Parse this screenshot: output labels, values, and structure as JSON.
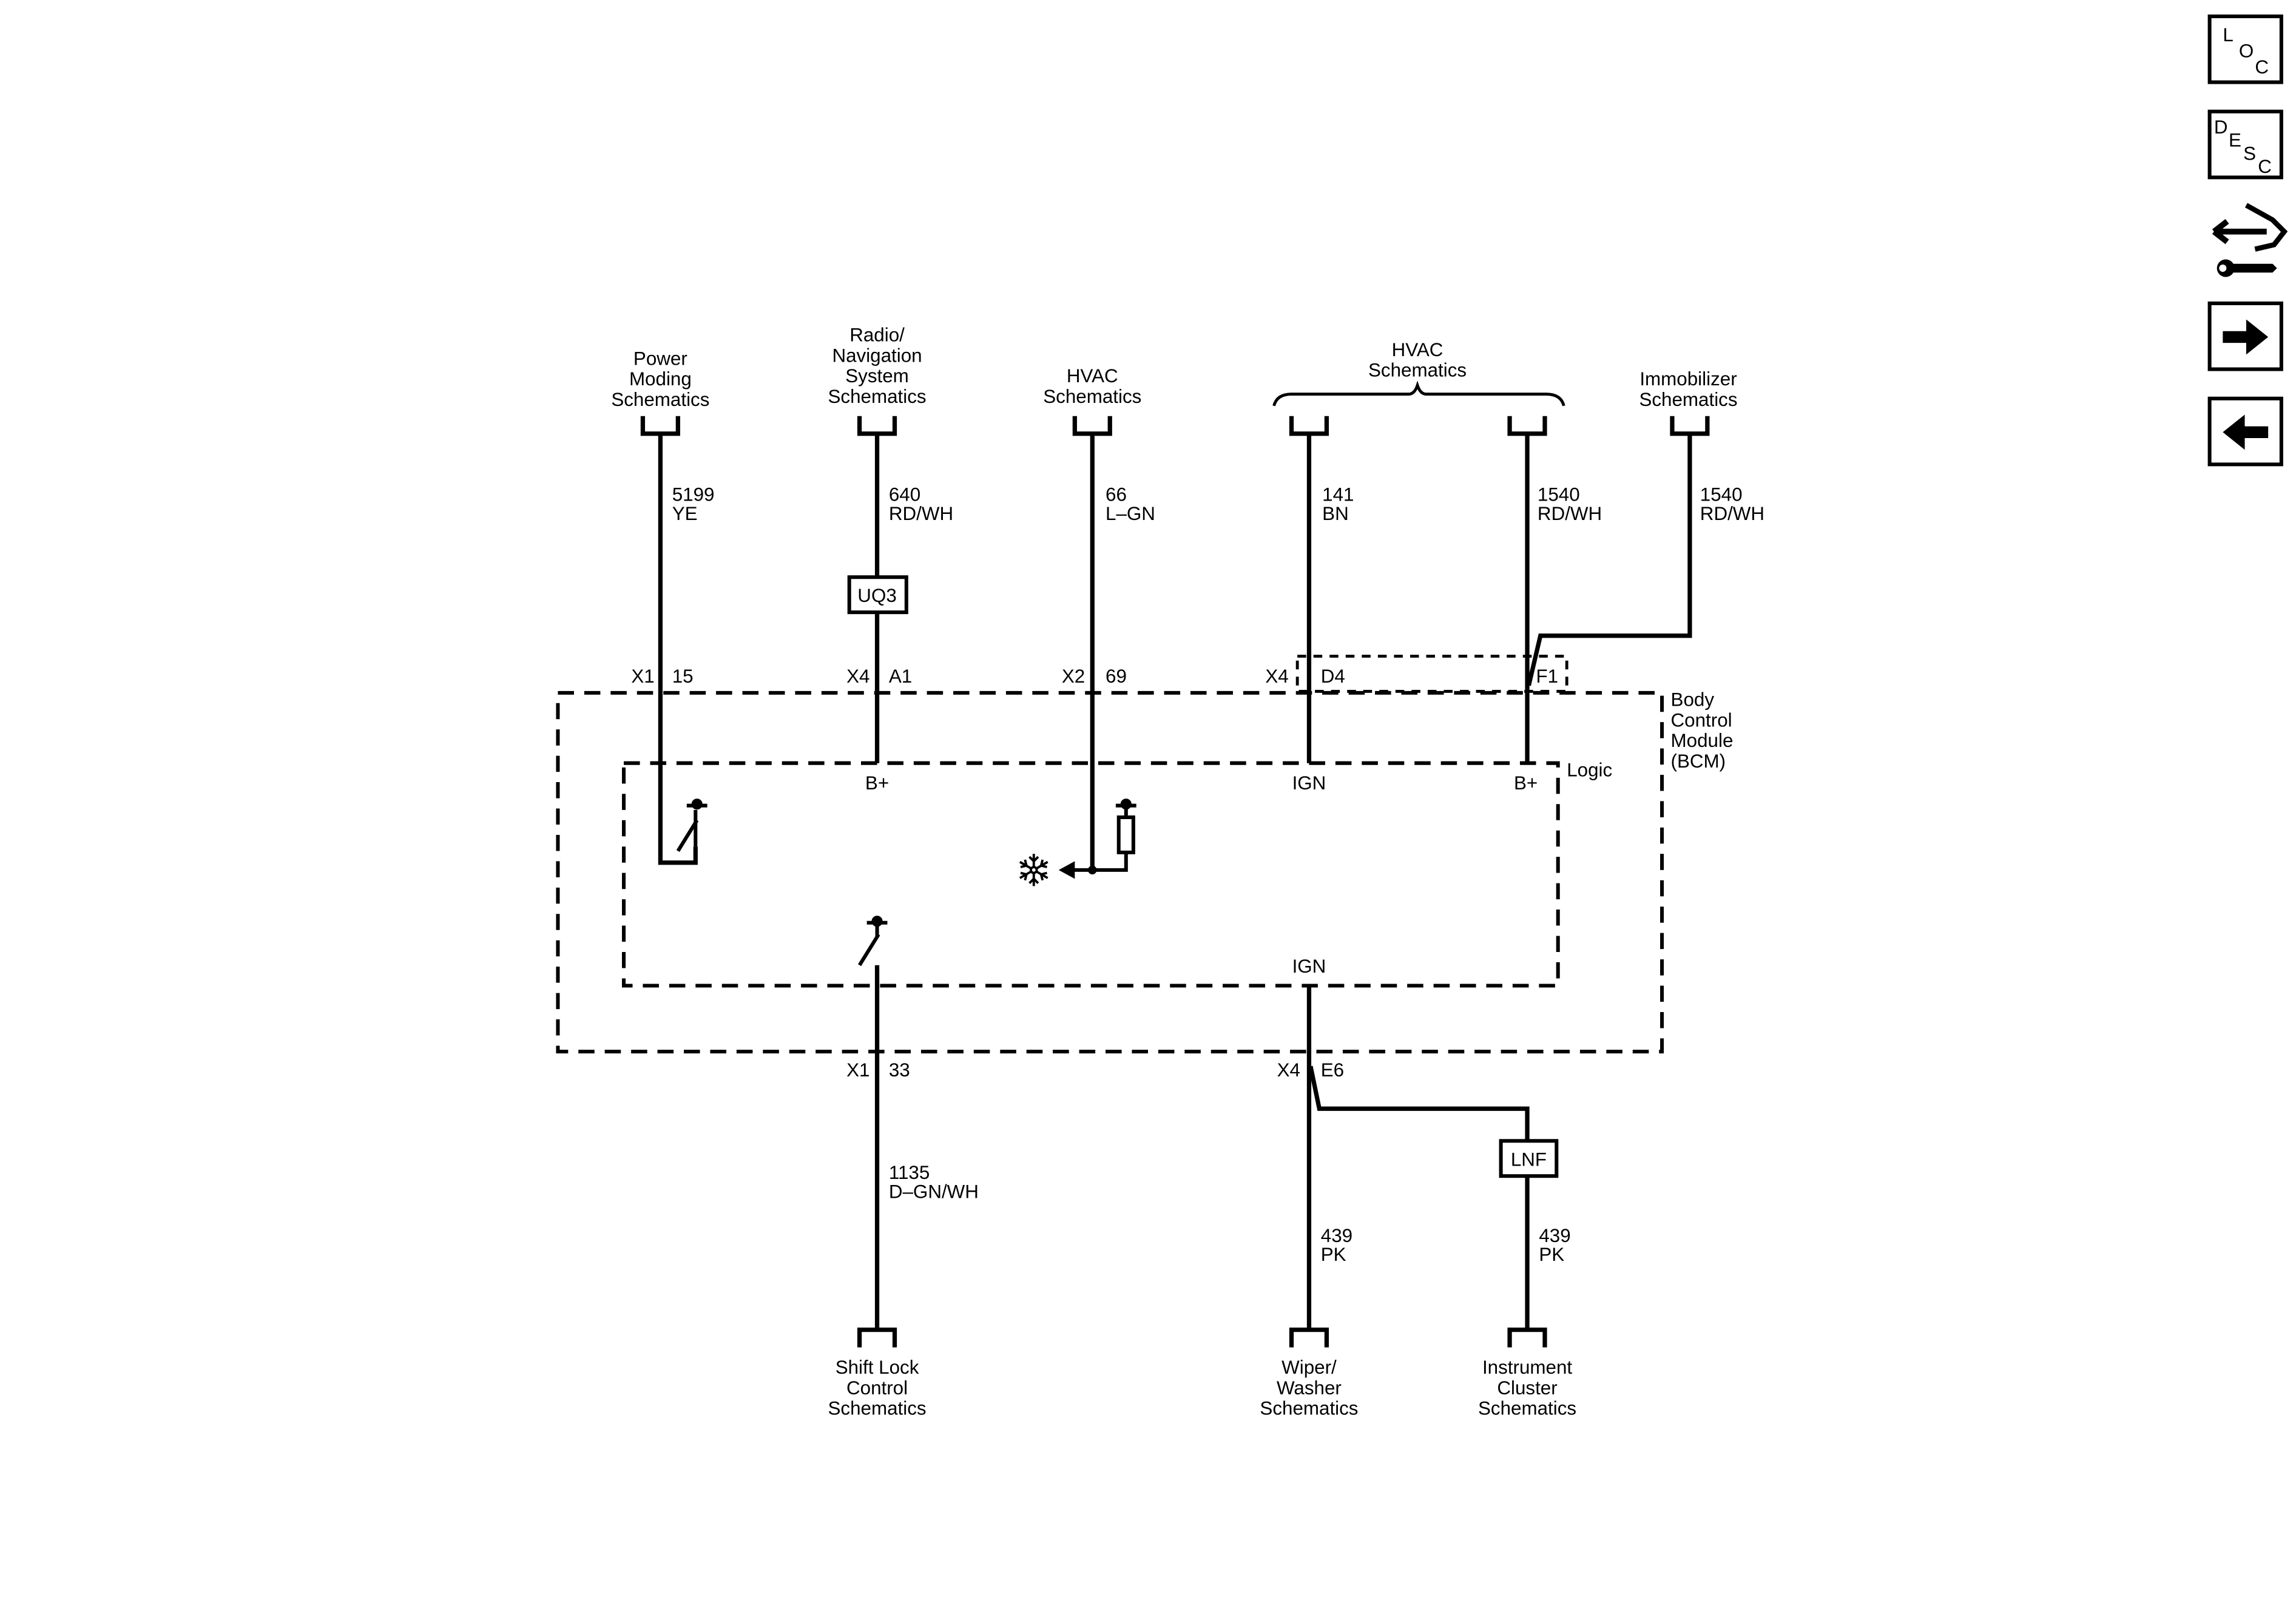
{
  "nav": {
    "loc": {
      "letters": [
        "L",
        "O",
        "C"
      ]
    },
    "desc": {
      "letters": [
        "D",
        "E",
        "S",
        "C"
      ]
    },
    "connector_icon": "connector-wrench-icon",
    "next_icon": "arrow-right-icon",
    "prev_icon": "arrow-left-icon"
  },
  "sources": {
    "power_moding": [
      "Power",
      "Moding",
      "Schematics"
    ],
    "radio_nav": [
      "Radio/",
      "Navigation",
      "System",
      "Schematics"
    ],
    "hvac_a": [
      "HVAC",
      "Schematics"
    ],
    "hvac_b": [
      "HVAC",
      "Schematics"
    ],
    "immobilizer": [
      "Immobilizer",
      "Schematics"
    ],
    "shift_lock": [
      "Shift Lock",
      "Control",
      "Schematics"
    ],
    "wiper_washer": [
      "Wiper/",
      "Washer",
      "Schematics"
    ],
    "instrument_cluster": [
      "Instrument",
      "Cluster",
      "Schematics"
    ]
  },
  "wires": {
    "w5199": {
      "circuit": "5199",
      "color": "YE"
    },
    "w640": {
      "circuit": "640",
      "color": "RD/WH"
    },
    "w66": {
      "circuit": "66",
      "color": "L–GN"
    },
    "w141": {
      "circuit": "141",
      "color": "BN"
    },
    "w1540a": {
      "circuit": "1540",
      "color": "RD/WH"
    },
    "w1540b": {
      "circuit": "1540",
      "color": "RD/WH"
    },
    "w1135": {
      "circuit": "1135",
      "color": "D–GN/WH"
    },
    "w439a": {
      "circuit": "439",
      "color": "PK"
    },
    "w439b": {
      "circuit": "439",
      "color": "PK"
    }
  },
  "options": {
    "uq3": "UQ3",
    "lnf": "LNF"
  },
  "pins": {
    "p1": {
      "conn": "X1",
      "pin": "15"
    },
    "p2": {
      "conn": "X4",
      "pin": "A1"
    },
    "p3": {
      "conn": "X2",
      "pin": "69"
    },
    "p4": {
      "conn": "X4",
      "pin": "D4"
    },
    "p5": {
      "pin": "F1"
    },
    "p6": {
      "conn": "X1",
      "pin": "33"
    },
    "p7": {
      "conn": "X4",
      "pin": "E6"
    }
  },
  "module": {
    "name": [
      "Body",
      "Control",
      "Module",
      "(BCM)"
    ],
    "logic": "Logic",
    "internal": {
      "bplus1": "B+",
      "ign1": "IGN",
      "bplus2": "B+",
      "ign2": "IGN"
    }
  },
  "icons": {
    "hvac_symbol": "snowflake-icon"
  }
}
